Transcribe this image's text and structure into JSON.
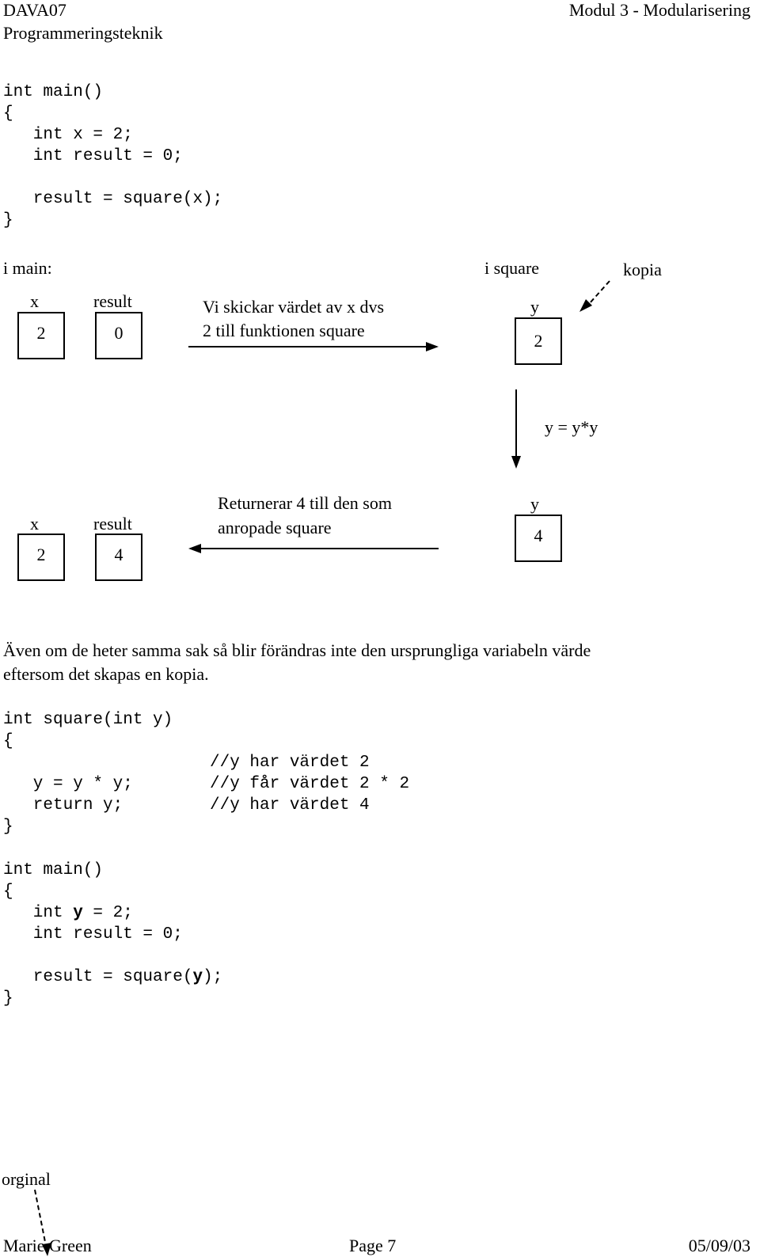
{
  "header": {
    "course": "DAVA07",
    "subtitle": "Programmeringsteknik",
    "module": "Modul 3 - Modularisering"
  },
  "code1": {
    "lines": [
      "int main()",
      "{",
      "   int x = 2;",
      "   int result = 0;",
      "",
      "   result = square(x);",
      "}"
    ]
  },
  "diagram": {
    "main_label": "i main:",
    "square_label": "i square",
    "copy_label": "kopia",
    "var_x": "x",
    "var_result": "result",
    "var_y": "y",
    "x_value": "2",
    "result_before": "0",
    "y_before": "2",
    "result_after": "4",
    "y_after": "4",
    "send_text_1": "Vi skickar värdet av x dvs",
    "send_text_2": "2 till funktionen square",
    "compute": "y = y*y",
    "return_text_1": "Returnerar 4 till den som",
    "return_text_2": "anropade square"
  },
  "paragraph": {
    "line1": "Även om de heter samma sak så blir förändras inte den ursprungliga variabeln värde",
    "line2": "eftersom det skapas en kopia."
  },
  "code2": {
    "l1": "int square(int y)",
    "l2": "{",
    "l3_comment": "//y har värdet 2",
    "l4_code": "   y = y * y;",
    "l4_comment": "//y får värdet 2 * 2",
    "l5_code": "   return y;",
    "l5_comment": "//y har värdet 4",
    "l6": "}"
  },
  "code3": {
    "l1": "int main()",
    "l2": "{",
    "l3_pre": "   int ",
    "l3_bold": "y",
    "l3_post": " = 2;",
    "l4": "   int result = 0;",
    "l6_pre": "   result = square(",
    "l6_bold": "y",
    "l6_post": ");",
    "l7": "}"
  },
  "footer": {
    "annotation": "orginal",
    "author": "Marie Green",
    "page": "Page 7",
    "date": "05/09/03"
  }
}
